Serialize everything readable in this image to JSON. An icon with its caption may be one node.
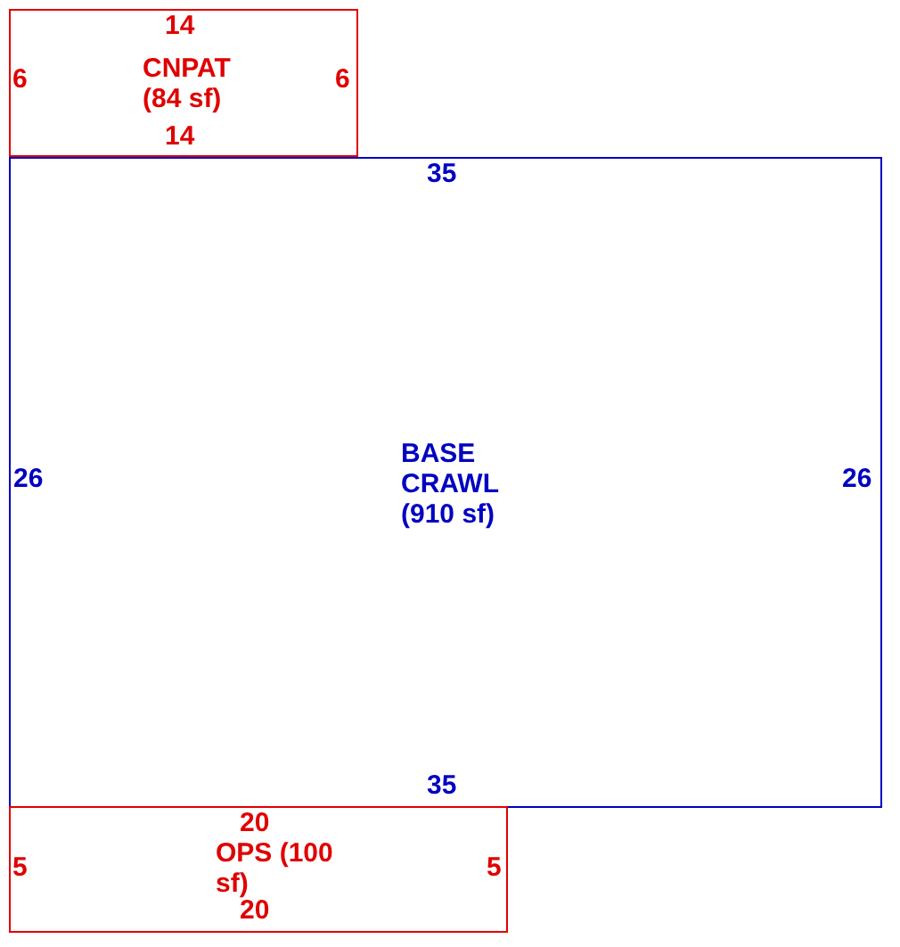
{
  "diagram": {
    "nodes": [
      {
        "text": [
          "CNPAT (84 sf)"
        ]
      },
      {
        "text": [
          "BASE CRAWL (910 sf)"
        ]
      },
      {
        "text": [
          "OPS (100 sf)"
        ]
      }
    ],
    "labels": [
      "14",
      "6",
      "6",
      "14",
      "35",
      "26",
      "26",
      "35",
      "20",
      "5",
      "5",
      "20"
    ]
  }
}
